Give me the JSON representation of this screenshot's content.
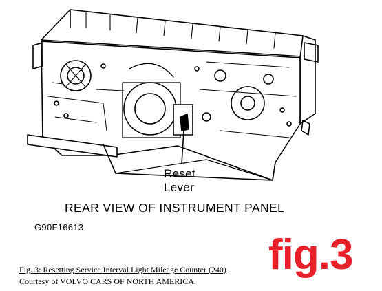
{
  "callout": {
    "line1": "Reset",
    "line2": "Lever"
  },
  "panel_title": "REAR VIEW OF INSTRUMENT PANEL",
  "code": "G90F16613",
  "badge": {
    "text": "fig.3",
    "color": "#e8202a"
  },
  "caption": {
    "title": "Fig. 3: Resetting Service Interval Light Mileage Counter (240)",
    "credit": "Courtesy of VOLVO CARS OF NORTH AMERICA."
  }
}
